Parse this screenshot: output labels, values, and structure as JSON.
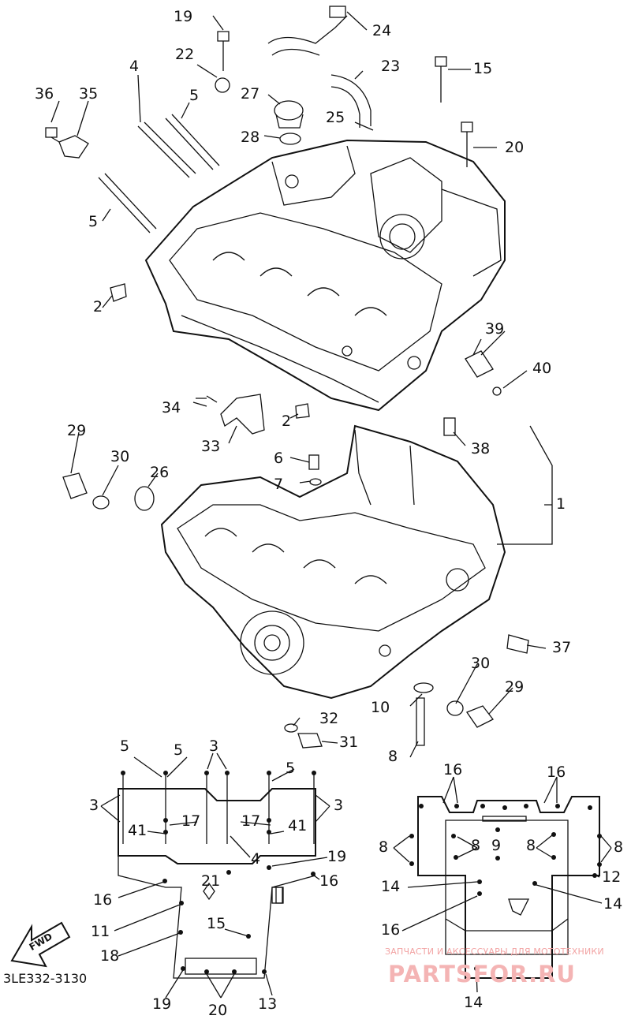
{
  "diagram_code": "3LE332-3130",
  "direction_arrow": "FWD",
  "watermark": {
    "line1": "ЗАПЧАСТИ И АКСЕССУАРЫ ДЛЯ МОТОТЕХНИКИ",
    "line2": "PARTSFOR.RU"
  },
  "callouts": [
    "19",
    "24",
    "22",
    "23",
    "4",
    "15",
    "36",
    "35",
    "5",
    "27",
    "25",
    "28",
    "20",
    "5",
    "2",
    "39",
    "40",
    "34",
    "2",
    "33",
    "29",
    "30",
    "26",
    "6",
    "38",
    "7",
    "1",
    "37",
    "30",
    "10",
    "29",
    "32",
    "31",
    "8",
    "5",
    "5",
    "3",
    "5",
    "3",
    "3",
    "17",
    "17",
    "41",
    "41",
    "4",
    "19",
    "21",
    "16",
    "16",
    "11",
    "15",
    "18",
    "19",
    "20",
    "13",
    "16",
    "16",
    "8",
    "9",
    "8",
    "8",
    "8",
    "12",
    "14",
    "14",
    "16",
    "14"
  ]
}
